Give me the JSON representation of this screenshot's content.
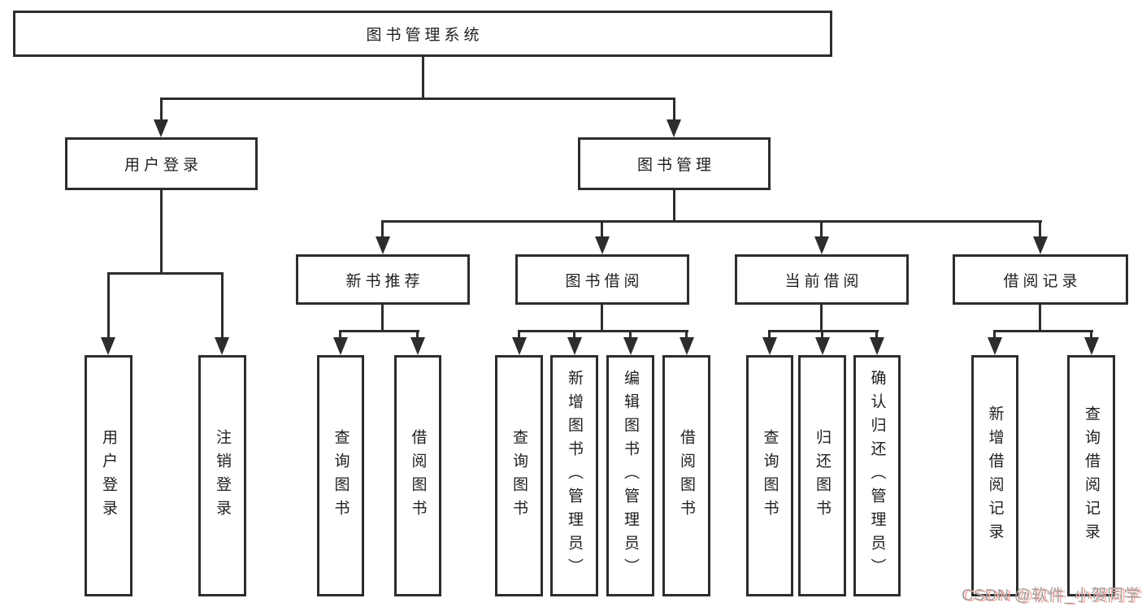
{
  "tree": {
    "label": "图书管理系统",
    "children": [
      {
        "label": "用户登录",
        "children": [
          {
            "label": "用户登录"
          },
          {
            "label": "注销登录"
          }
        ]
      },
      {
        "label": "图书管理",
        "children": [
          {
            "label": "新书推荐",
            "children": [
              {
                "label": "查询图书"
              },
              {
                "label": "借阅图书"
              }
            ]
          },
          {
            "label": "图书借阅",
            "children": [
              {
                "label": "查询图书"
              },
              {
                "label": "新增图书（管理员）"
              },
              {
                "label": "编辑图书（管理员）"
              },
              {
                "label": "借阅图书"
              }
            ]
          },
          {
            "label": "当前借阅",
            "children": [
              {
                "label": "查询图书"
              },
              {
                "label": "归还图书"
              },
              {
                "label": "确认归还（管理员）"
              }
            ]
          },
          {
            "label": "借阅记录",
            "children": [
              {
                "label": "新增借阅记录"
              },
              {
                "label": "查询借阅记录"
              }
            ]
          }
        ]
      }
    ]
  },
  "watermark": {
    "text": "CSDN @软件_小贺同学"
  },
  "colors": {
    "line": "#2d2d2d",
    "box_border": "#2d2d2d",
    "text": "#1f1f1f",
    "background": "#ffffff",
    "watermark_gray": "#a3a3a3",
    "watermark_pink": "#f8aca4"
  }
}
